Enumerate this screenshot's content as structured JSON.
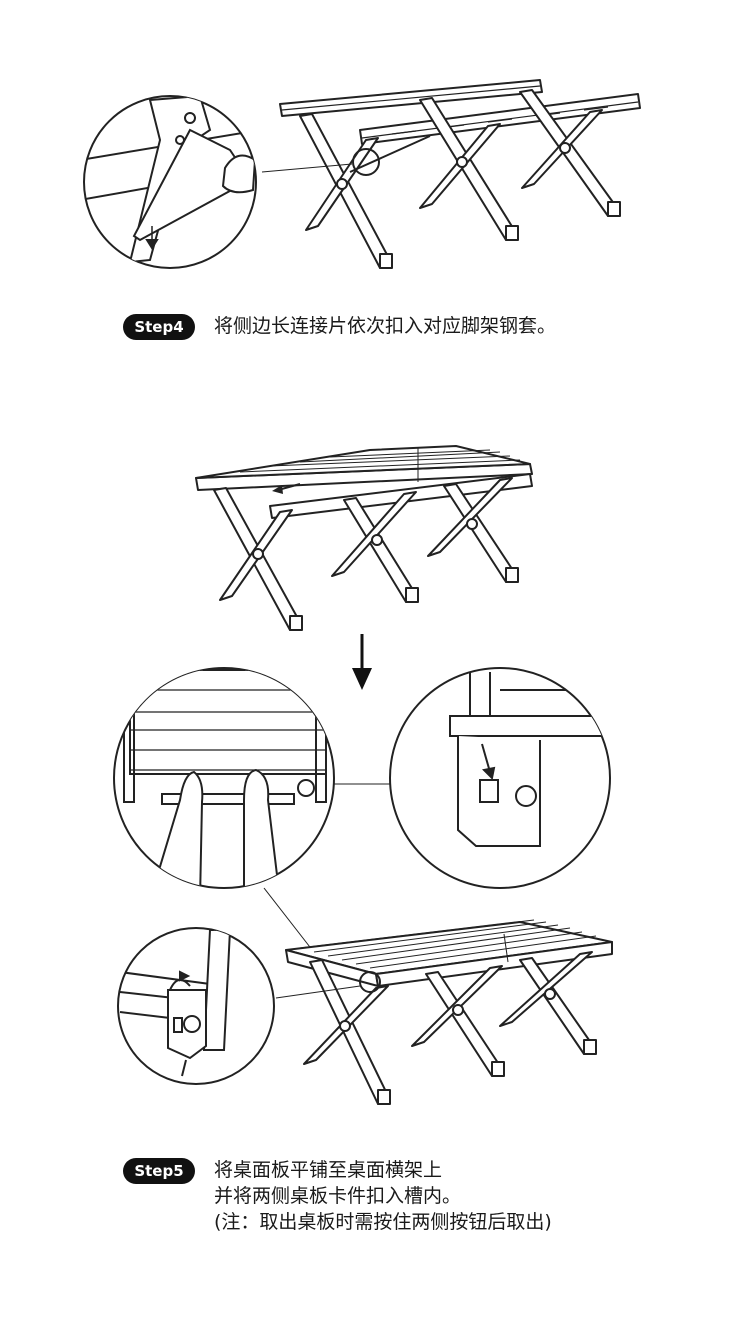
{
  "steps": [
    {
      "badge": "Step4",
      "lines": [
        "将侧边长连接片依次扣入对应脚架钢套。"
      ]
    },
    {
      "badge": "Step5",
      "lines": [
        "将桌面板平铺至桌面横架上",
        "并将两侧桌板卡件扣入槽内。",
        "(注：取出桌板时需按住两侧按钮后取出)"
      ]
    }
  ],
  "icons": {
    "down_arrow": "down-arrow-icon",
    "slide_arrow": "left-arrow-icon"
  }
}
